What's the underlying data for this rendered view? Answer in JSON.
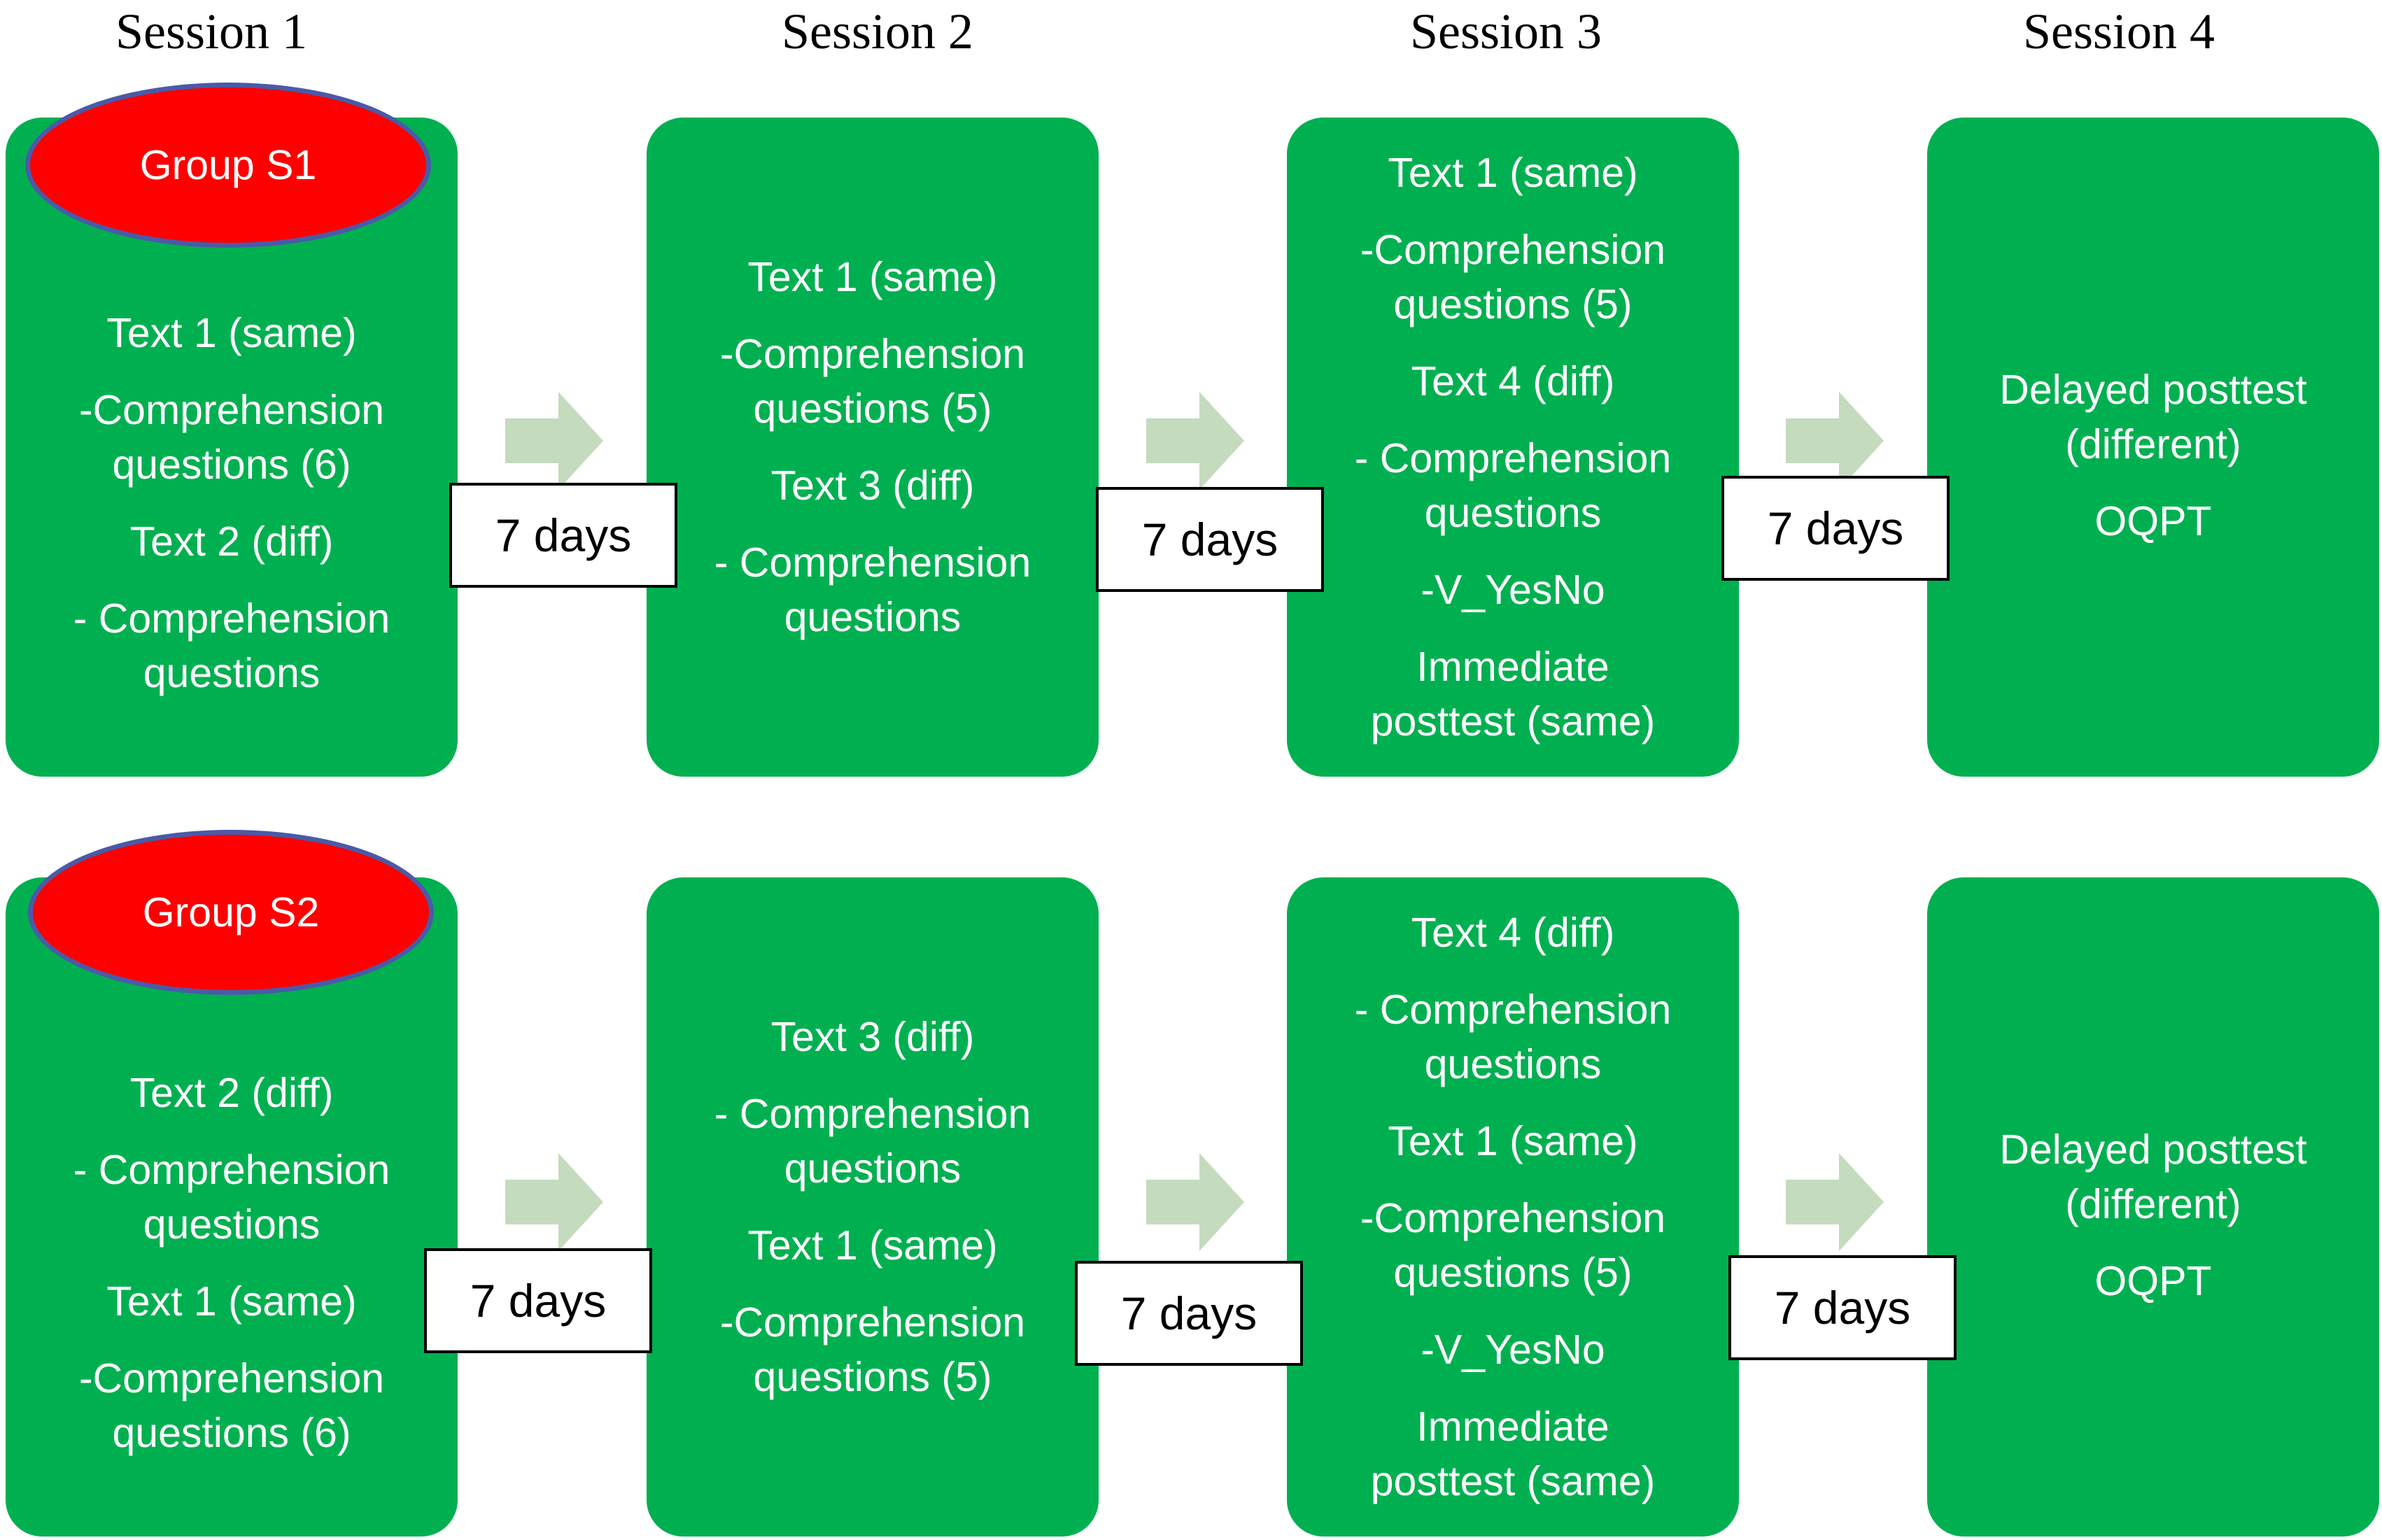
{
  "sessions": [
    "Session 1",
    "Session 2",
    "Session 3",
    "Session 4"
  ],
  "colors": {
    "box": "#00b050",
    "group_fill": "#ff0000",
    "group_border": "#4a5aa8",
    "arrow": "#c5dbbd"
  },
  "rows": [
    {
      "group": "Group S1",
      "boxes": [
        [
          "Text 1 (same)",
          "-Comprehension",
          "questions (6)",
          "Text 2 (diff)",
          "- Comprehension",
          "questions"
        ],
        [
          "Text 1 (same)",
          "-Comprehension",
          "questions (5)",
          "Text 3 (diff)",
          "- Comprehension",
          "questions"
        ],
        [
          "Text 1 (same)",
          "-Comprehension",
          "questions (5)",
          "Text 4 (diff)",
          "- Comprehension",
          "questions",
          "-V_YesNo",
          "Immediate",
          "posttest (same)"
        ],
        [
          "Delayed posttest",
          "(different)",
          "OQPT"
        ]
      ],
      "intervals": [
        "7 days",
        "7 days",
        "7 days"
      ]
    },
    {
      "group": "Group S2",
      "boxes": [
        [
          "Text 2 (diff)",
          "- Comprehension",
          "questions",
          "Text 1 (same)",
          "-Comprehension",
          "questions (6)"
        ],
        [
          "Text 3 (diff)",
          "- Comprehension",
          "questions",
          "Text 1 (same)",
          "-Comprehension",
          "questions (5)"
        ],
        [
          "Text 4 (diff)",
          "- Comprehension",
          "questions",
          "Text 1 (same)",
          "-Comprehension",
          "questions (5)",
          "-V_YesNo",
          "Immediate",
          "posttest (same)"
        ],
        [
          "Delayed posttest",
          "(different)",
          "OQPT"
        ]
      ],
      "intervals": [
        "7 days",
        "7 days",
        "7 days"
      ]
    }
  ]
}
